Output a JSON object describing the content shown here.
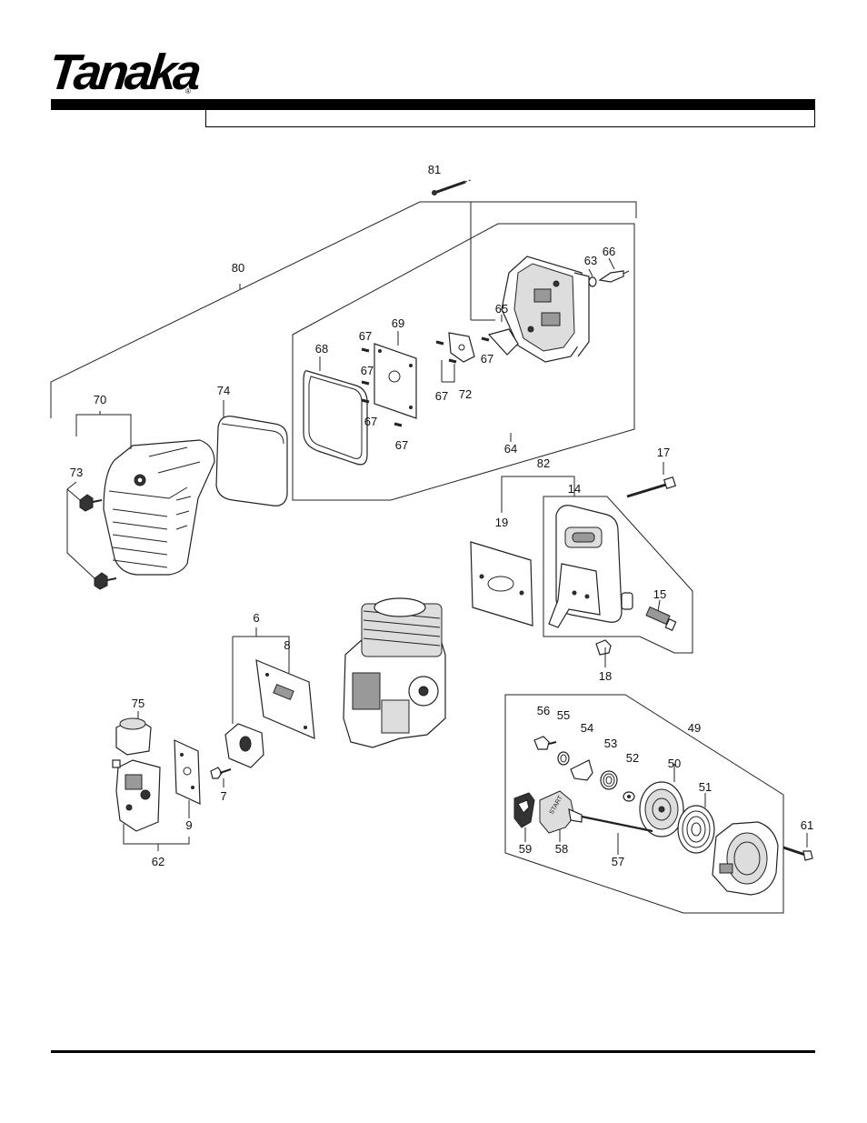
{
  "header": {
    "brand": "Tanaka",
    "brand_mark": "®",
    "title_bar_text": ""
  },
  "colors": {
    "ink": "#000000",
    "background": "#ffffff"
  },
  "callouts": {
    "c81": "81",
    "c80": "80",
    "c63": "63",
    "c66": "66",
    "c65": "65",
    "c67a": "67",
    "c67b": "67",
    "c67c": "67",
    "c67d": "67",
    "c67e": "67",
    "c67f": "67",
    "c69": "69",
    "c68": "68",
    "c72": "72",
    "c64": "64",
    "c70": "70",
    "c73": "73",
    "c74": "74",
    "c82": "82",
    "c14": "14",
    "c17": "17",
    "c19": "19",
    "c15": "15",
    "c18": "18",
    "c6": "6",
    "c8": "8",
    "c75": "75",
    "c7": "7",
    "c9": "9",
    "c62": "62",
    "c56": "56",
    "c55": "55",
    "c54": "54",
    "c53": "53",
    "c52": "52",
    "c50": "50",
    "c49": "49",
    "c51": "51",
    "c61": "61",
    "c59": "59",
    "c58": "58",
    "c57": "57"
  },
  "part_markings": {
    "start_grip": "START"
  }
}
